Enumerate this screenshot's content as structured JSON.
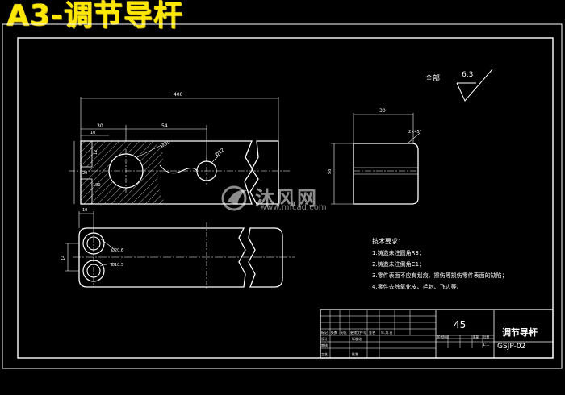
{
  "header": {
    "title": "A3-调节导杆"
  },
  "roughness": {
    "label": "全部",
    "value": "6.3"
  },
  "dimensions": {
    "overall_length": "400",
    "d30": "30",
    "d54": "54",
    "d10_top": "10",
    "d12": "12",
    "d20": "20",
    "d100": "100",
    "phi30": "Ø30",
    "phi12": "Ø12",
    "d30_side": "30",
    "chamfer": "2×45°",
    "d50": "50",
    "d10_plan": "10",
    "d14": "14",
    "phi20_6": "Ø20.6",
    "phi10_5": "Ø10.5"
  },
  "tech_req": {
    "heading": "技术要求：",
    "items": [
      "1.铸造未注圆角R3；",
      "2.铸造未注倒角C1；",
      "3.零件表面不应有划痕、擦伤等损伤零件表面的缺陷；",
      "4.零件去除氧化皮、毛刺、飞边等。"
    ]
  },
  "title_block": {
    "material": "45",
    "part_name": "调节导杆",
    "drawing_no": "GSJP-02",
    "scale": "1:1",
    "header_cells": [
      "标记",
      "处数",
      "分区",
      "更改文件号",
      "签名",
      "年.月.日"
    ],
    "row_labels": [
      "设计",
      "审核",
      "工艺"
    ],
    "std_label": "标准化",
    "approve_label": "批准",
    "stage_label": "阶段标记",
    "weight_label": "重量",
    "scale_label": "比例"
  },
  "watermark": {
    "brand": "沐风网",
    "url": "www.mfcad.com"
  }
}
